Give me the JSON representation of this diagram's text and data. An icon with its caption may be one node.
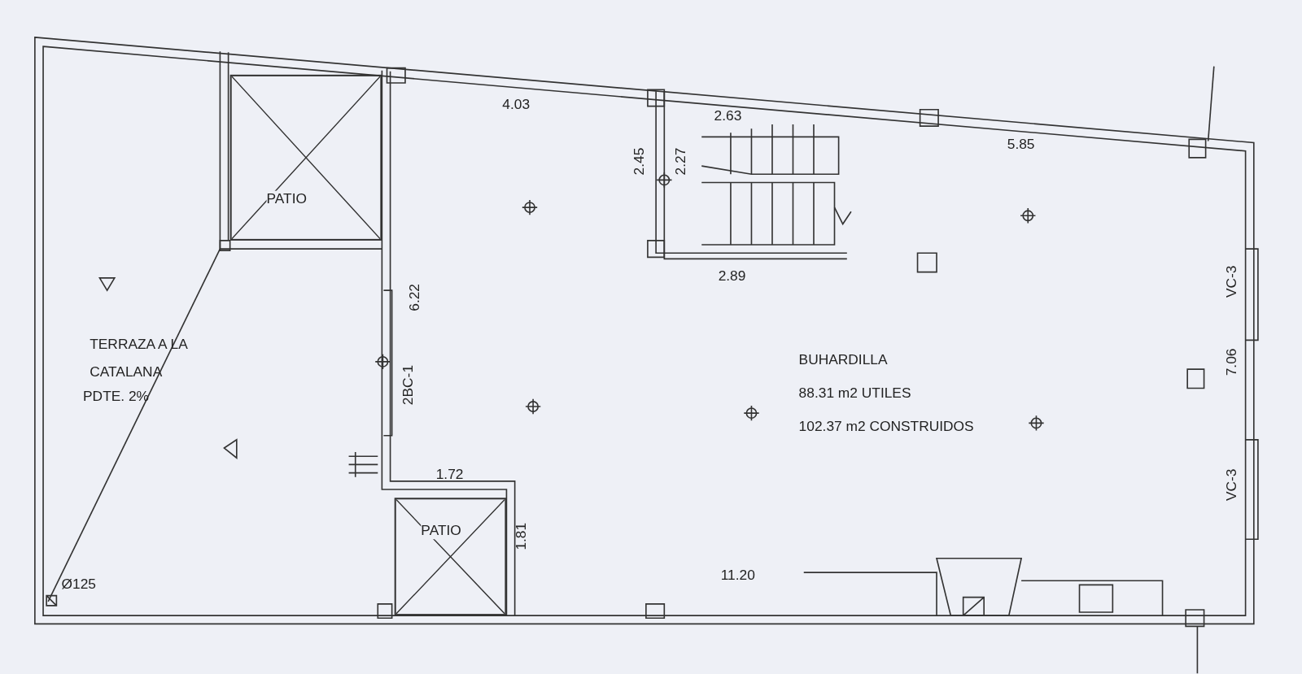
{
  "diagram": {
    "nodes": [
      {
        "text": [
          "PATIO"
        ]
      },
      {
        "text": [
          "TERRAZA A LA CATALANA",
          "PDTE. 2%"
        ]
      },
      {
        "text": [
          "BUHARDILLA",
          "88.31 m2 UTILES",
          "102.37 m2 CONSTRUIDOS"
        ]
      },
      {
        "text": [
          "PATIO"
        ]
      }
    ],
    "labels": [
      "4.03",
      "2.63",
      "5.85",
      "2.45",
      "2.27",
      "2.89",
      "VC-3",
      "6.22",
      "2BC-1",
      "7.06",
      "1.72",
      "VC-3",
      "1.81",
      "11.20",
      "Ø125"
    ]
  }
}
